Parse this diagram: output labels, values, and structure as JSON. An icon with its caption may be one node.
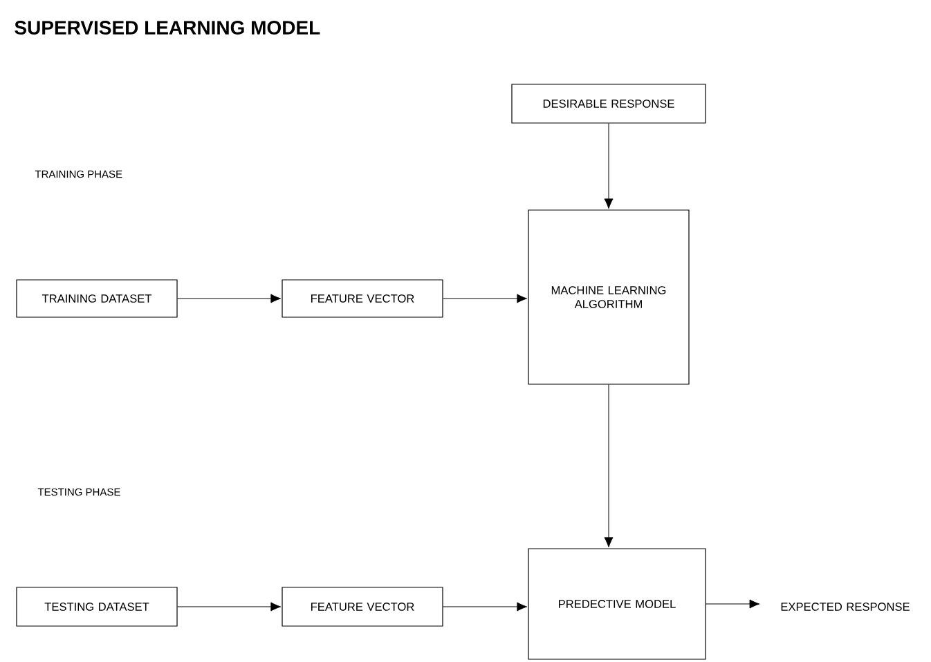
{
  "diagram": {
    "title": "SUPERVISED LEARNING MODEL",
    "nodes": [
      {
        "text": [
          "DESIRABLE RESPONSE"
        ]
      },
      {
        "text": [
          "TRAINING DATASET"
        ]
      },
      {
        "text": [
          "FEATURE VECTOR"
        ]
      },
      {
        "text": [
          "MACHINE LEARNING ALGORITHM"
        ]
      },
      {
        "text": [
          "TESTING DATASET"
        ]
      },
      {
        "text": [
          "FEATURE VECTOR"
        ]
      },
      {
        "text": [
          "PREDECTIVE MODEL"
        ]
      },
      {
        "text": [
          "EXPECTED RESPONSE"
        ]
      }
    ],
    "edges": [
      {
        "from": 0,
        "to": 3,
        "arrow": "to"
      },
      {
        "from": 1,
        "to": 2,
        "arrow": "to"
      },
      {
        "from": 2,
        "to": 3,
        "arrow": "to"
      },
      {
        "from": 3,
        "to": 6,
        "arrow": "to"
      },
      {
        "from": 4,
        "to": 5,
        "arrow": "to"
      },
      {
        "from": 5,
        "to": 6,
        "arrow": "to"
      },
      {
        "from": 6,
        "to": 7,
        "arrow": "to"
      }
    ],
    "labels": [
      "TRAINING PHASE",
      "TESTING PHASE"
    ]
  }
}
